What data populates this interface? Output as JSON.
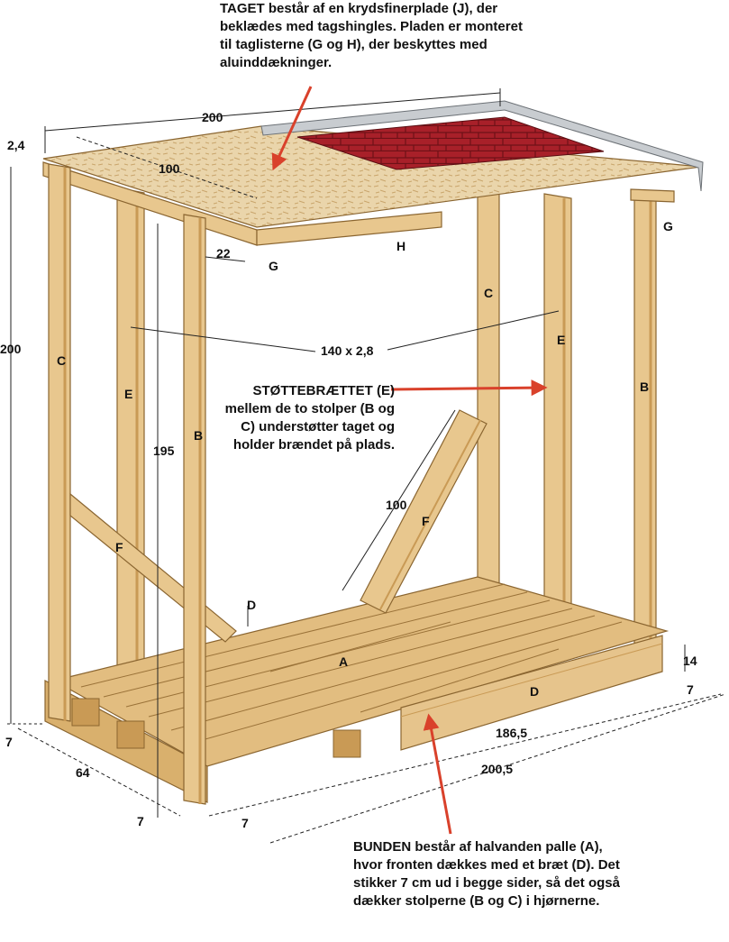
{
  "notes": {
    "roof": {
      "heading": "TAGET",
      "text": " består af en krydsfinerplade (J), der beklædes med tagshingles. Pladen er monteret til taglisterne (G og H), der beskyttes med aluinddækninger."
    },
    "support": {
      "heading": "STØTTEBRÆTTET (E)",
      "text": " mellem de to stolper (B og C) understøtter taget og holder brændet på plads."
    },
    "base": {
      "heading": "BUNDEN",
      "text": " består af halvanden palle (A), hvor fronten dækkes med et bræt (D). Det stikker 7 cm ud i begge sider, så det også dækker stolperne (B og C) i hjørnerne."
    }
  },
  "dimensions": {
    "roof_width": "200",
    "roof_depth": "100",
    "roof_thickness": "2,4",
    "rail_depth": "22",
    "post_height": "200",
    "board_size": "140 x 2,8",
    "inner_height": "195",
    "brace_length": "100",
    "base_height": "14",
    "base_overhang_right": "7",
    "base_inner_width": "186,5",
    "base_total_width": "200,5",
    "base_overhang_left": "7",
    "base_depth": "64",
    "front_overhang_bottom": "7",
    "front_overhang_side": "7"
  },
  "parts": {
    "A": "A",
    "B": "B",
    "C": "C",
    "D": "D",
    "E": "E",
    "F": "F",
    "G": "G",
    "H": "H"
  },
  "colors": {
    "wood": "#e6c48c",
    "wood_dark": "#c99a55",
    "plywood": "#e9d3a9",
    "shingles": "#b0232c",
    "aluminium": "#c8ccd0",
    "arrow": "#d9412b"
  }
}
